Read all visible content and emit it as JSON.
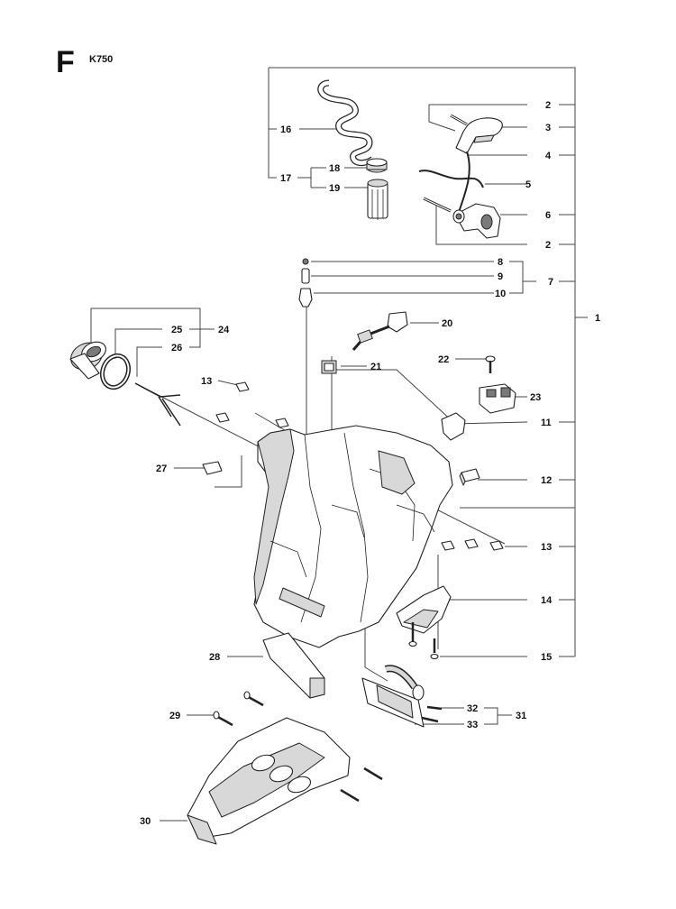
{
  "sheet": {
    "letter": "F",
    "model": "K750"
  },
  "callouts": {
    "c1": "1",
    "c2a": "2",
    "c3": "3",
    "c4": "4",
    "c5": "5",
    "c6": "6",
    "c2b": "2",
    "c7": "7",
    "c8": "8",
    "c9": "9",
    "c10": "10",
    "c11": "11",
    "c12": "12",
    "c13a": "13",
    "c13b": "13",
    "c14": "14",
    "c15": "15",
    "c16": "16",
    "c17": "17",
    "c18": "18",
    "c19": "19",
    "c20": "20",
    "c21": "21",
    "c22": "22",
    "c23": "23",
    "c24": "24",
    "c25": "25",
    "c26": "26",
    "c27": "27",
    "c28": "28",
    "c29": "29",
    "c30": "30",
    "c31": "31",
    "c32": "32",
    "c33": "33"
  }
}
